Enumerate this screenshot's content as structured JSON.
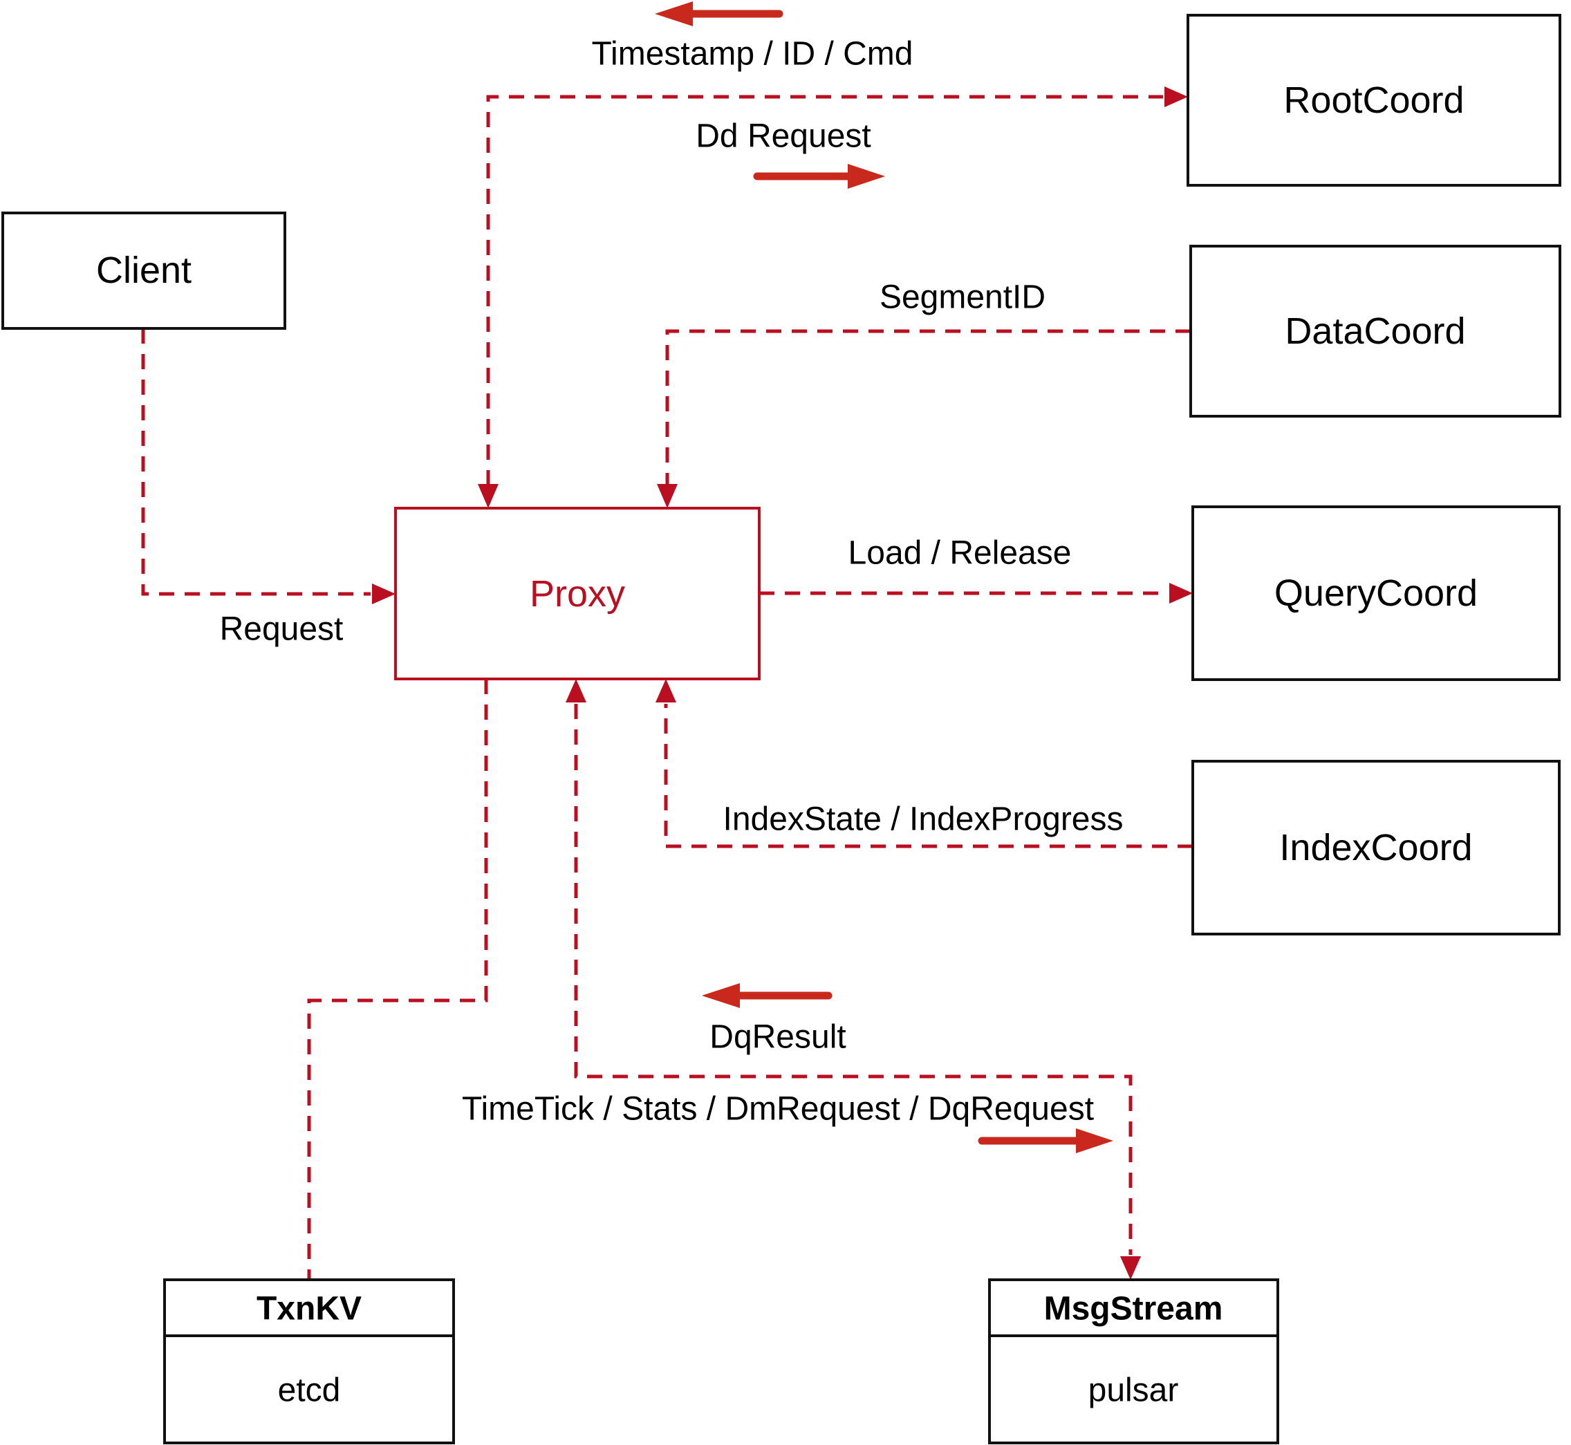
{
  "nodes": {
    "client": {
      "label": "Client"
    },
    "proxy": {
      "label": "Proxy"
    },
    "root_coord": {
      "label": "RootCoord"
    },
    "data_coord": {
      "label": "DataCoord"
    },
    "query_coord": {
      "label": "QueryCoord"
    },
    "index_coord": {
      "label": "IndexCoord"
    },
    "txn_kv": {
      "title": "TxnKV",
      "impl": "etcd"
    },
    "msg_stream": {
      "title": "MsgStream",
      "impl": "pulsar"
    }
  },
  "edges": {
    "root_coord_response": {
      "label": "Timestamp / ID / Cmd",
      "direction": "to-proxy"
    },
    "root_coord_request": {
      "label": "Dd Request",
      "direction": "to-rootcoord"
    },
    "data_coord": {
      "label": "SegmentID",
      "direction": "to-proxy"
    },
    "client_proxy": {
      "label": "Request",
      "direction": "to-proxy"
    },
    "query_coord": {
      "label": "Load / Release",
      "direction": "to-querycoord"
    },
    "index_coord": {
      "label": "IndexState / IndexProgress",
      "direction": "to-proxy"
    },
    "msg_stream_response": {
      "label": "DqResult",
      "direction": "to-proxy"
    },
    "msg_stream_request": {
      "label": "TimeTick / Stats / DmRequest / DqRequest",
      "direction": "to-msgstream"
    }
  },
  "colors": {
    "dashed_line_red": "#b90f20",
    "solid_arrow_red": "#c9291c",
    "proxy_red": "#b90f20",
    "box_border_black": "#111111",
    "label_text": "#000000",
    "background": "#ffffff"
  }
}
